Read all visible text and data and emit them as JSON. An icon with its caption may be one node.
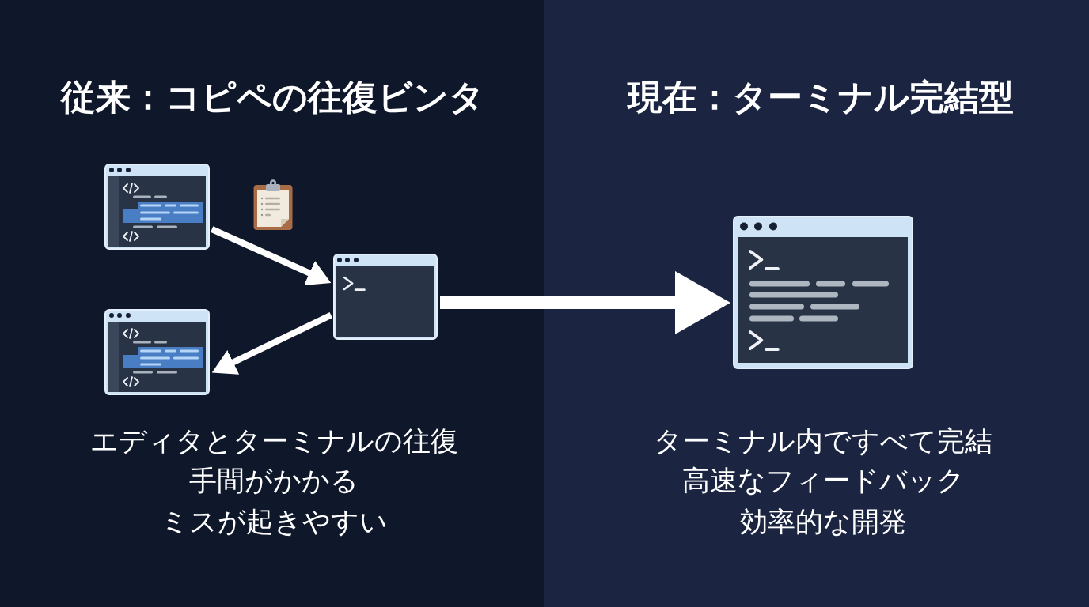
{
  "diagram": {
    "nodes": [
      {
        "text": [
          "従来：コピペの往復ビンタ",
          "エディタとターミナルの往復",
          "手間がかかる",
          "ミスが起きやすい"
        ]
      },
      {
        "text": [],
        "shape": "picture",
        "in": 0
      },
      {
        "text": [],
        "shape": "picture",
        "in": 0
      },
      {
        "text": [],
        "shape": "picture",
        "in": 0
      },
      {
        "text": [
          "現在：ターミナル完結型",
          "ターミナル内ですべて完結",
          "高速なフィードバック",
          "効率的な開発"
        ]
      },
      {
        "text": [],
        "shape": "picture",
        "in": 4
      }
    ],
    "edges": [
      {
        "from": 1,
        "to": 2,
        "arrow": "to"
      },
      {
        "from": 2,
        "to": 3,
        "arrow": "to"
      },
      {
        "from": 2,
        "to": 5,
        "arrow": "to",
        "style": "thick"
      }
    ]
  }
}
